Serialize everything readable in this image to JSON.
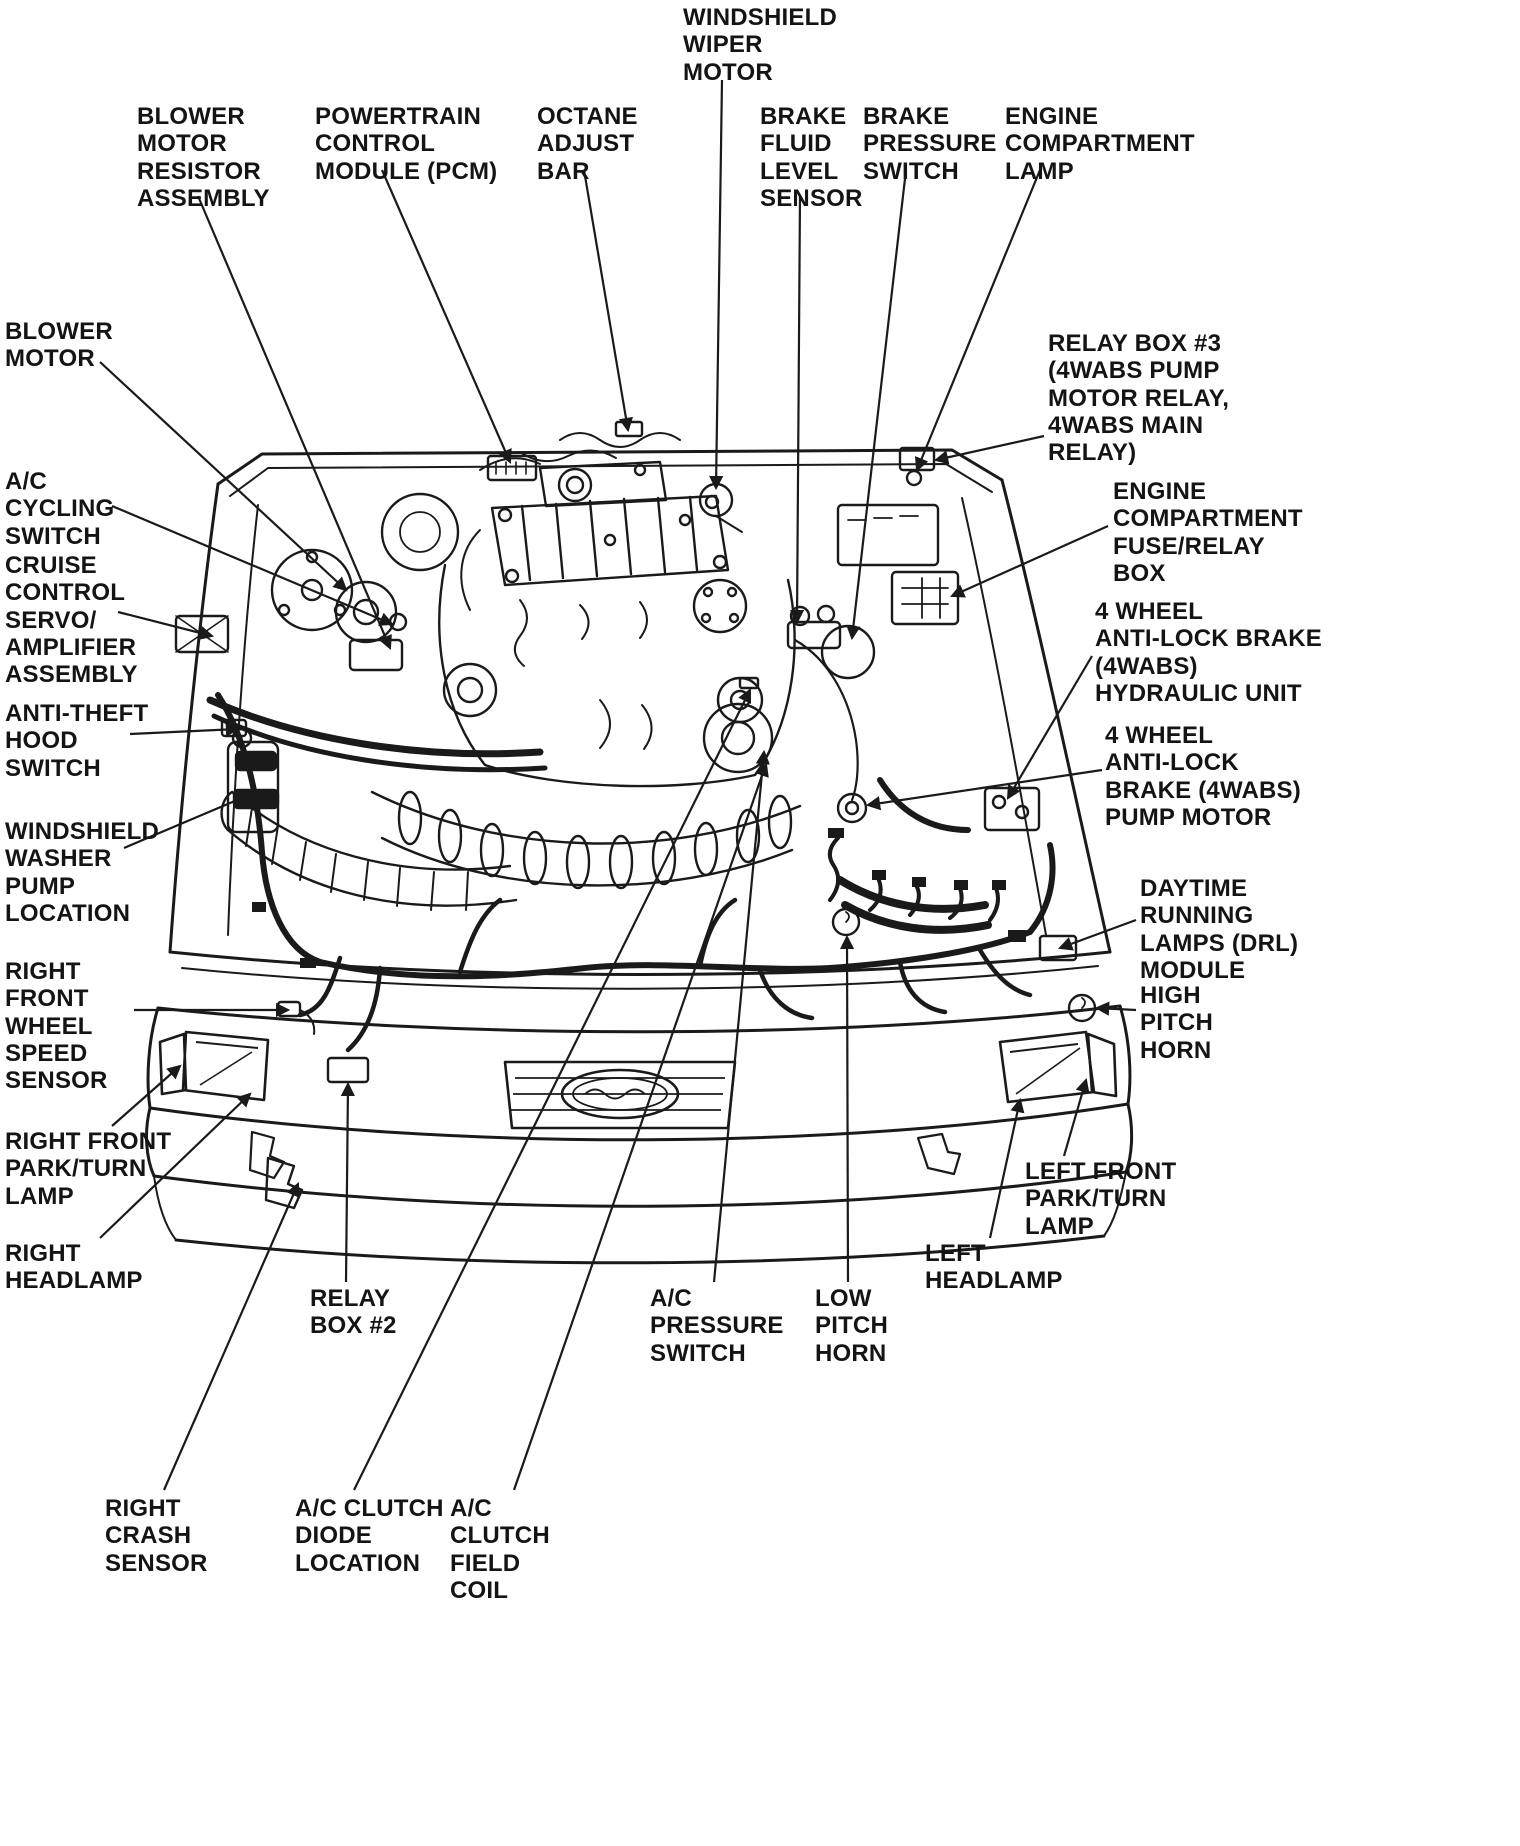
{
  "figure": {
    "kind": "engine-compartment-component-location-diagram",
    "colors": {
      "ink": "#1a1a1a",
      "background": "#ffffff"
    }
  },
  "labels": {
    "windshield_wiper_motor": "WINDSHIELD\nWIPER\nMOTOR",
    "blower_motor_resistor_assembly": "BLOWER\nMOTOR\nRESISTOR\nASSEMBLY",
    "powertrain_control_module": "POWERTRAIN\nCONTROL\nMODULE (PCM)",
    "octane_adjust_bar": "OCTANE\nADJUST\nBAR",
    "brake_fluid_level_sensor": "BRAKE\nFLUID\nLEVEL\nSENSOR",
    "brake_pressure_switch": "BRAKE\nPRESSURE\nSWITCH",
    "engine_compartment_lamp": "ENGINE\nCOMPARTMENT\nLAMP",
    "blower_motor": "BLOWER\nMOTOR",
    "relay_box_3": "RELAY BOX #3\n(4WABS PUMP\nMOTOR RELAY,\n4WABS MAIN\nRELAY)",
    "ac_cycling_switch": "A/C\nCYCLING\nSWITCH",
    "engine_compartment_fuse_relay_box": "ENGINE\nCOMPARTMENT\nFUSE/RELAY\nBOX",
    "cruise_control_servo_amplifier_assembly": "CRUISE\nCONTROL\nSERVO/\nAMPLIFIER\nASSEMBLY",
    "four_wheel_abs_hydraulic_unit": "4 WHEEL\nANTI-LOCK BRAKE\n(4WABS)\nHYDRAULIC UNIT",
    "anti_theft_hood_switch": "ANTI-THEFT\nHOOD\nSWITCH",
    "four_wheel_abs_pump_motor": "4 WHEEL\nANTI-LOCK\nBRAKE (4WABS)\nPUMP MOTOR",
    "windshield_washer_pump_location": "WINDSHIELD\nWASHER\nPUMP\nLOCATION",
    "daytime_running_lamps_module": "DAYTIME\nRUNNING\nLAMPS (DRL)\nMODULE",
    "high_pitch_horn": "HIGH\nPITCH\nHORN",
    "right_front_wheel_speed_sensor": "RIGHT\nFRONT\nWHEEL\nSPEED\nSENSOR",
    "right_front_park_turn_lamp": "RIGHT FRONT\nPARK/TURN\nLAMP",
    "left_front_park_turn_lamp": "LEFT FRONT\nPARK/TURN\nLAMP",
    "right_headlamp": "RIGHT\nHEADLAMP",
    "left_headlamp": "LEFT\nHEADLAMP",
    "relay_box_2": "RELAY\nBOX #2",
    "ac_pressure_switch": "A/C\nPRESSURE\nSWITCH",
    "low_pitch_horn": "LOW\nPITCH\nHORN",
    "right_crash_sensor": "RIGHT\nCRASH\nSENSOR",
    "ac_clutch_diode_location": "A/C CLUTCH\nDIODE\nLOCATION",
    "ac_clutch_field_coil": "A/C\nCLUTCH\nFIELD\nCOIL"
  }
}
